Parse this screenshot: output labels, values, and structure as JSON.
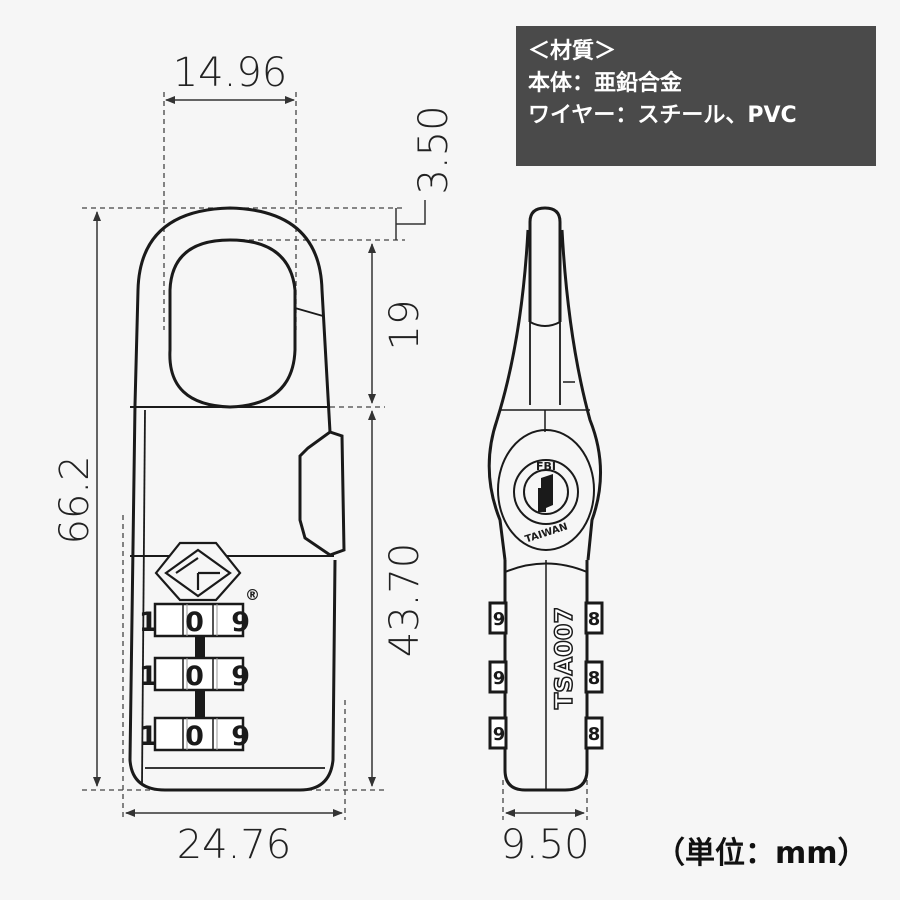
{
  "materials": {
    "heading": "＜材質＞",
    "body_line": "本体：亜鉛合金",
    "wire_line": "ワイヤー：スチール、PVC"
  },
  "unit_label": "（単位：mm）",
  "dimensions": {
    "shackle_inner_width": "14.96",
    "shackle_offset": "3.50",
    "shackle_height": "19",
    "total_height": "66.2",
    "body_height": "43.70",
    "body_width": "24.76",
    "thickness": "9.50"
  },
  "front_view": {
    "dials": [
      "1 0 9",
      "1 0 9",
      "1 0 9"
    ],
    "registered_mark": "®",
    "logo": "tsa-diamond-logo"
  },
  "side_view": {
    "keyhole_top_text": "FBI",
    "keyhole_bottom_text": "TAIWAN",
    "model_text": "TSA007",
    "side_dial_digit_left": "9",
    "side_dial_digit_right": "8"
  },
  "colors": {
    "background": "#f6f6f6",
    "material_box": "#4a4a4a",
    "line": "#222222"
  }
}
